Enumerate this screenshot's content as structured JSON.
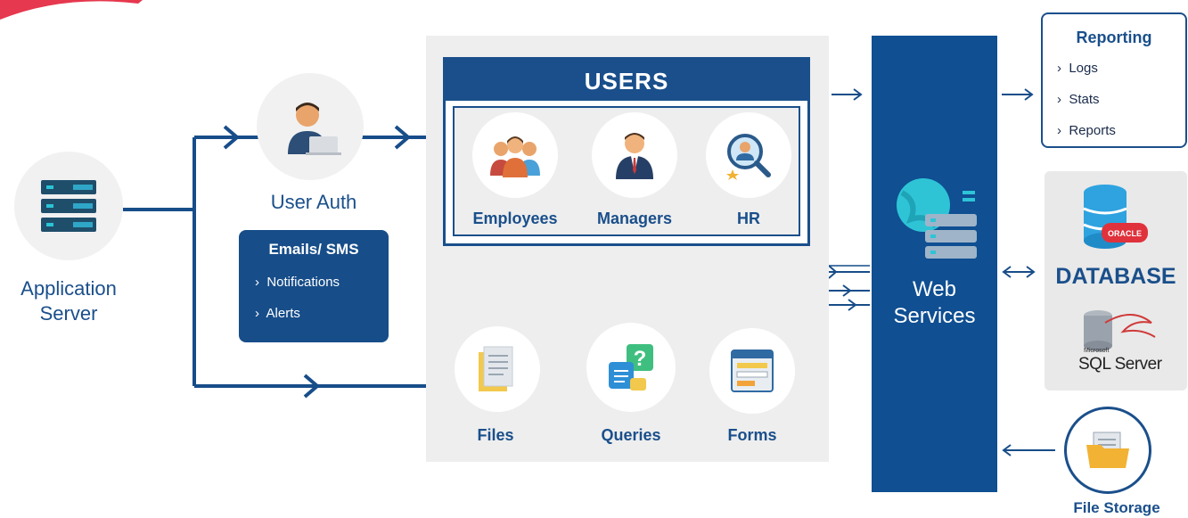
{
  "nodes": {
    "app_server": "Application\nServer",
    "app_server_line1": "Application",
    "app_server_line2": "Server",
    "user_auth": "User Auth",
    "emails": {
      "title": "Emails/ SMS",
      "items": [
        "Notifications",
        "Alerts"
      ]
    },
    "users": {
      "title": "USERS",
      "items": [
        "Employees",
        "Managers",
        "HR"
      ]
    },
    "content_items": [
      "Files",
      "Queries",
      "Forms"
    ],
    "web_services_line1": "Web",
    "web_services_line2": "Services",
    "reporting": {
      "title": "Reporting",
      "items": [
        "Logs",
        "Stats",
        "Reports"
      ]
    },
    "database": {
      "title": "DATABASE",
      "oracle_logo": "ORACLE",
      "sql_small": "Microsoft",
      "sql_label": "SQL Server"
    },
    "file_storage": "File Storage"
  },
  "colors": {
    "navy": "#1a4f8b",
    "web_services": "#0f4f92",
    "panel_gray": "#eeeeee",
    "accent_red": "#e6384e"
  },
  "icons": [
    "server-icon",
    "user-laptop-icon",
    "employees-icon",
    "manager-icon",
    "hr-search-icon",
    "files-icon",
    "queries-icon",
    "forms-icon",
    "globe-server-icon",
    "database-icon",
    "sql-server-icon",
    "folder-icon"
  ]
}
